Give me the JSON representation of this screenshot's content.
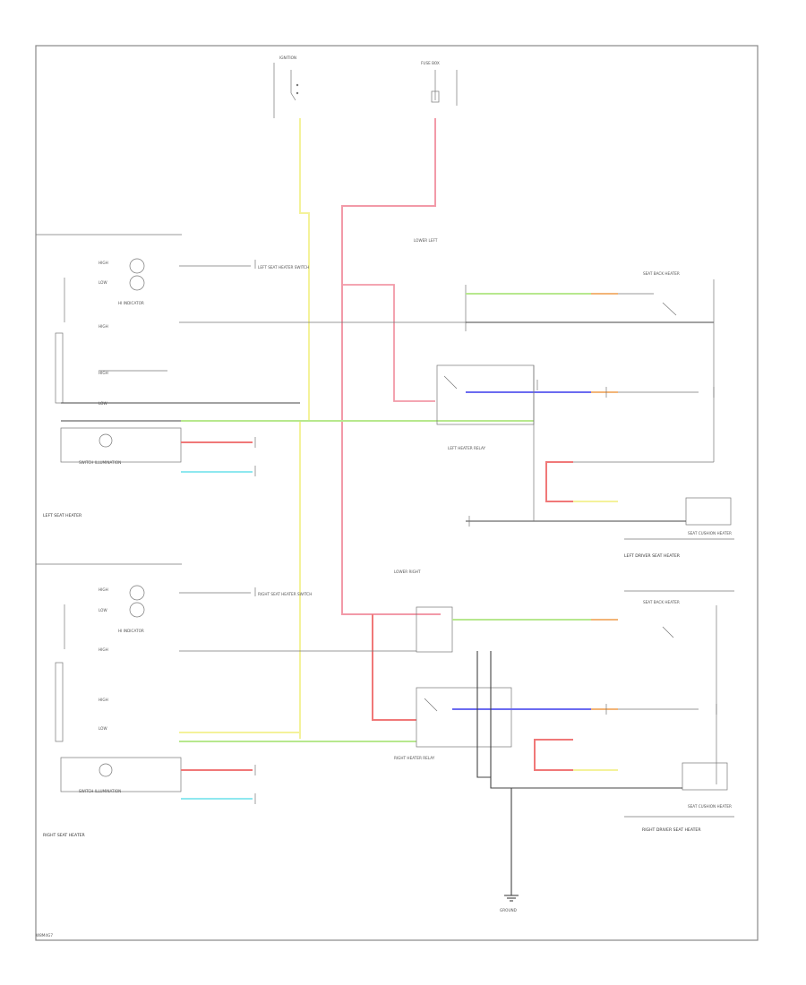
{
  "footer_code": "W8M4G7",
  "section_labels": {
    "left_seat_heater": "LEFT SEAT HEATER",
    "right_seat_heater": "RIGHT SEAT HEATER",
    "left_driver_seat_heater": "LEFT DRIVER SEAT HEATER",
    "right_driver_seat_heater": "RIGHT DRIVER SEAT HEATER"
  },
  "component_labels": {
    "ignition_switch": "IGNITION",
    "fuse_box_top": "FUSE BOX",
    "left_switch": "LEFT SEAT HEATER SWITCH",
    "right_switch": "RIGHT SEAT HEATER SWITCH",
    "left_relay": "LEFT HEATER RELAY",
    "right_relay": "RIGHT HEATER RELAY",
    "ground": "GROUND",
    "left_illum": "SWITCH ILLUMINATION",
    "right_illum": "SWITCH ILLUMINATION",
    "left_indicator": "HI INDICATOR",
    "right_indicator": "HI INDICATOR",
    "left_back_heater": "SEAT BACK HEATER",
    "right_back_heater": "SEAT BACK HEATER",
    "left_cushion_heater": "SEAT CUSHION HEATER",
    "right_cushion_heater": "SEAT CUSHION HEATER"
  },
  "wire_colors": {
    "yellow": "#f4f29a",
    "pink": "#f29aa8",
    "green": "#b7e88e",
    "blue": "#6b6bf0",
    "cyan": "#8fe8ef",
    "orange": "#f2b477",
    "red": "#f07878",
    "black": "#444444"
  }
}
